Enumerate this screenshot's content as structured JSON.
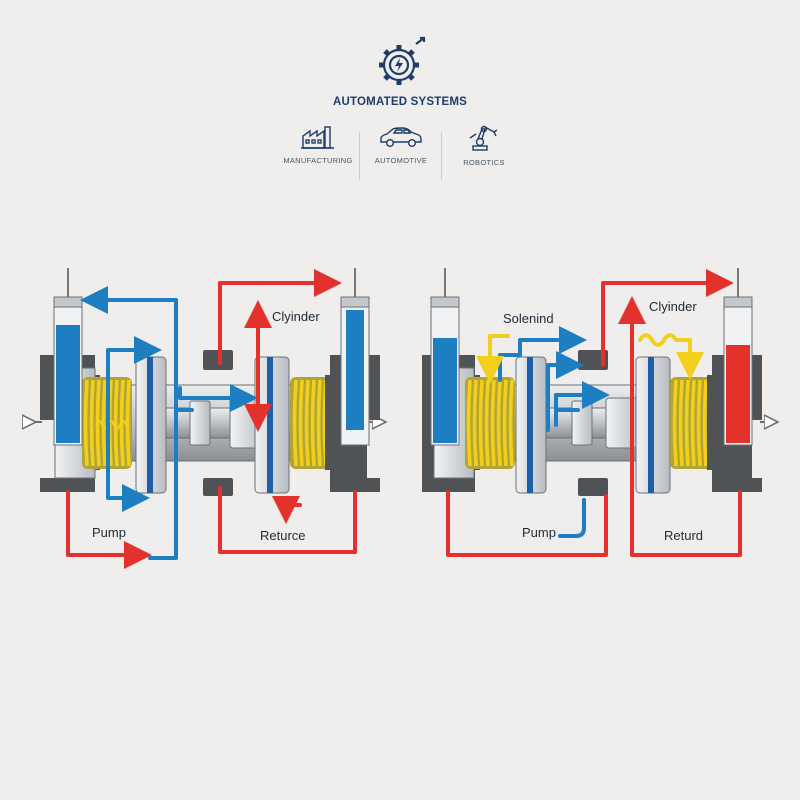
{
  "brand": {
    "title": "AUTOMATED SYSTEMS",
    "logo_icon": "gear-lightning-icon"
  },
  "categories": [
    {
      "label": "MANUFACTURING",
      "icon": "factory-icon"
    },
    {
      "label": "AUTOMOTIVE",
      "icon": "car-icon"
    },
    {
      "label": "ROBOTICS",
      "icon": "robot-arm-icon"
    }
  ],
  "colors": {
    "blue": "#1e7ec2",
    "red": "#e2322b",
    "yellow": "#f2cf1c",
    "dark": "#4f5356",
    "steel": "#c4c8cc",
    "ring": "#1d5fa8",
    "navy": "#1f3d6b"
  },
  "diagram_left": {
    "labels": {
      "pump": "Pump",
      "cylinder": "Clyinder",
      "return": "Returce"
    }
  },
  "diagram_right": {
    "labels": {
      "solenoid": "Solenind",
      "cylinder": "Clyinder",
      "pump": "Pump",
      "return": "Returd"
    }
  }
}
